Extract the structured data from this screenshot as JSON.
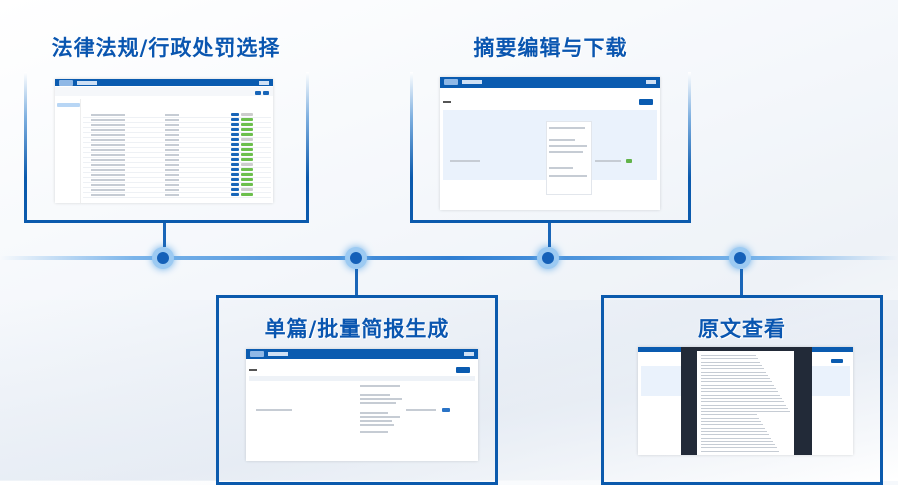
{
  "steps": [
    {
      "title": "法律法规/行政处罚选择"
    },
    {
      "title": "摘要编辑与下载"
    },
    {
      "title": "单篇/批量简报生成"
    },
    {
      "title": "原文查看"
    }
  ],
  "colors": {
    "accent": "#0a56b0",
    "appbar": "#0a5bb0",
    "timeline": "#2f7ed2"
  }
}
